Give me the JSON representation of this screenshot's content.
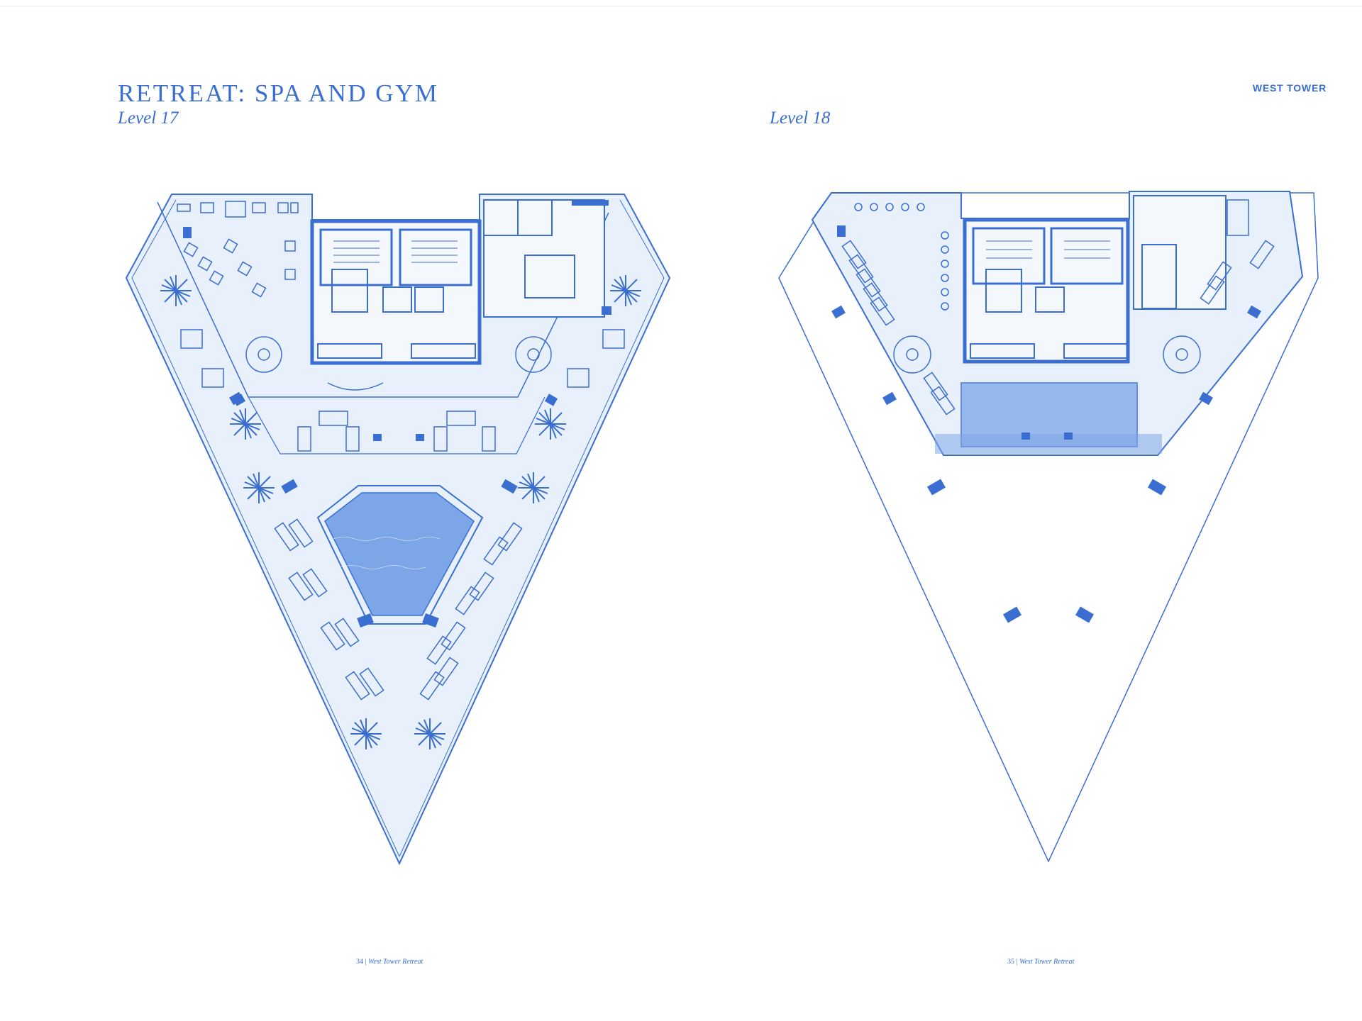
{
  "header": {
    "title": "RETREAT: SPA AND GYM",
    "tower": "WEST TOWER"
  },
  "plans": [
    {
      "level": "Level 17"
    },
    {
      "level": "Level 18"
    }
  ],
  "footer": {
    "left_page": "34",
    "left_text": "West Tower Retreat",
    "right_page": "35",
    "right_text": "West Tower Retreat",
    "separator": "|"
  },
  "colors": {
    "accent": "#3a6ed1",
    "floor_fill": "#e8f1fb",
    "pool_fill": "#7da6e8",
    "wall": "#3a6ed1"
  },
  "icons": [
    "palm-tree-icon",
    "lounge-chair-icon",
    "gym-equipment-icon",
    "spiral-stair-icon",
    "elevator-icon",
    "column-icon"
  ]
}
